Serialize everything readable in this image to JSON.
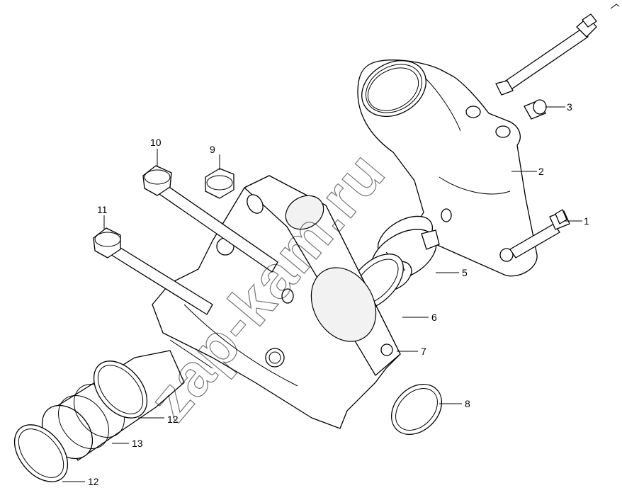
{
  "watermark": "zap-kam.ru",
  "callouts": [
    "1",
    "2",
    "3",
    "5",
    "6",
    "7",
    "8",
    "9",
    "10",
    "11",
    "12",
    "12",
    "13"
  ]
}
